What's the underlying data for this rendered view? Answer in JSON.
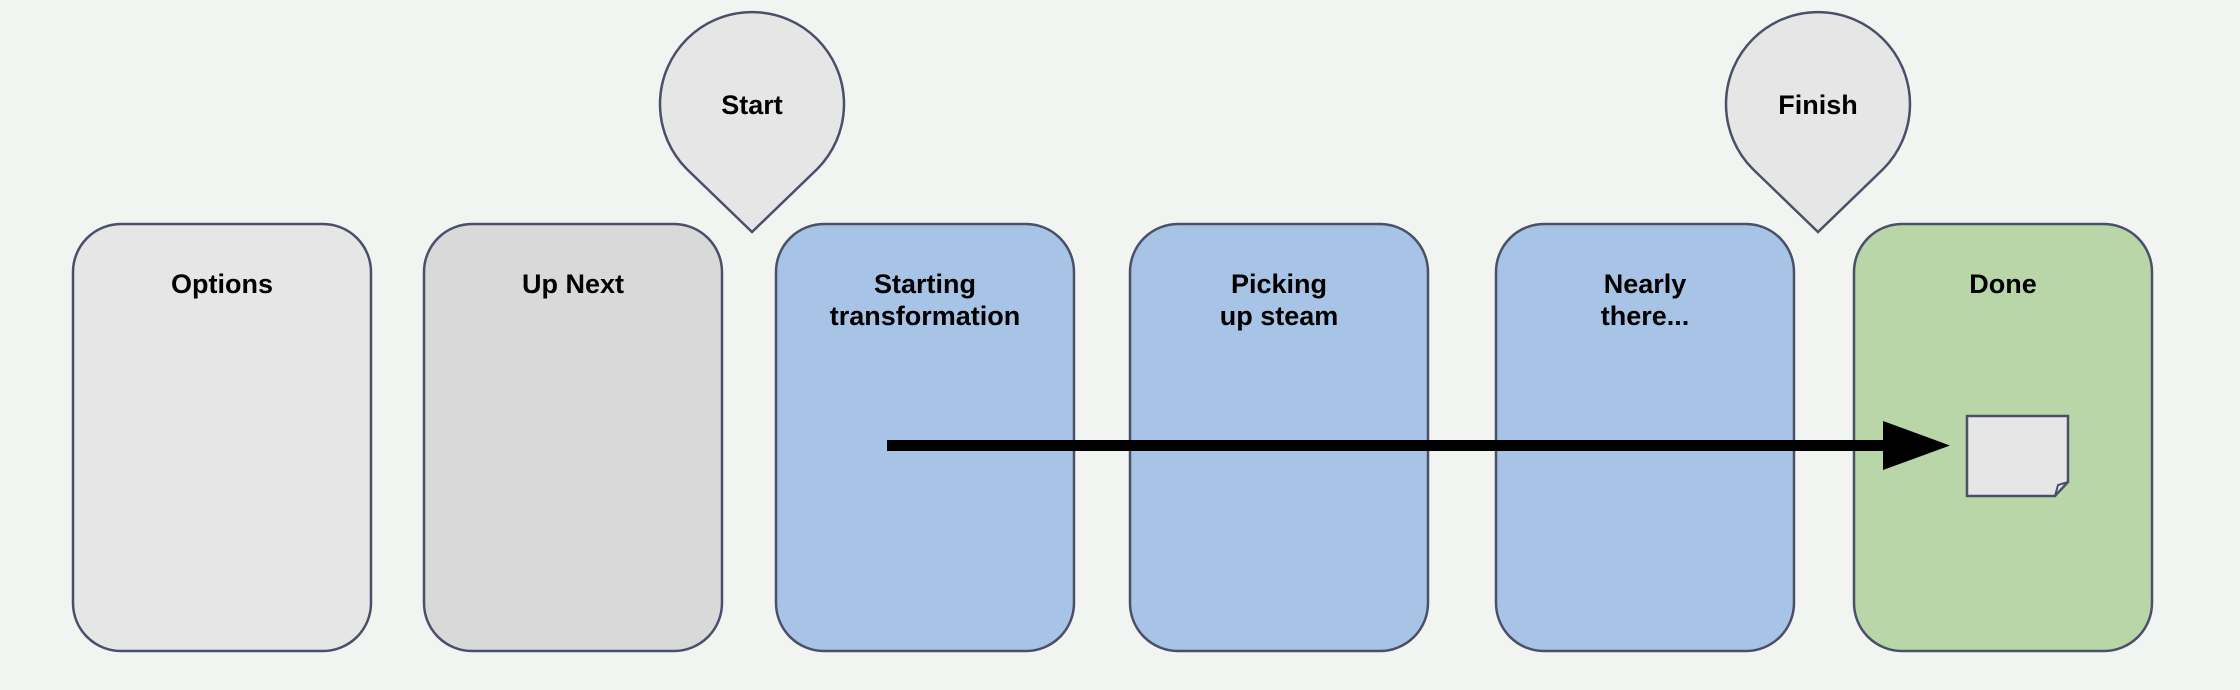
{
  "colors": {
    "background": "#f2f4f2",
    "stroke": "#4a5068",
    "light_gray": "#e6e6e6",
    "mid_gray": "#d9d9d9",
    "blue": "#a7c3e5",
    "green": "#b9d6a9",
    "pin_fill": "#e6e6e6",
    "arrow": "#000000",
    "card_fill": "#e6e6e6"
  },
  "columns": [
    {
      "lines": [
        "Options"
      ],
      "color_key": "light_gray"
    },
    {
      "lines": [
        "Up Next"
      ],
      "color_key": "mid_gray"
    },
    {
      "lines": [
        "Starting",
        "transformation"
      ],
      "color_key": "blue"
    },
    {
      "lines": [
        "Picking",
        "up steam"
      ],
      "color_key": "blue"
    },
    {
      "lines": [
        "Nearly",
        "there..."
      ],
      "color_key": "blue"
    },
    {
      "lines": [
        "Done"
      ],
      "color_key": "green"
    }
  ],
  "markers": [
    {
      "label": "Start",
      "icon": "map-pin-icon"
    },
    {
      "label": "Finish",
      "icon": "map-pin-icon"
    }
  ],
  "flow": {
    "icon": "arrow-right-icon",
    "card_icon": "sticky-note-icon"
  }
}
